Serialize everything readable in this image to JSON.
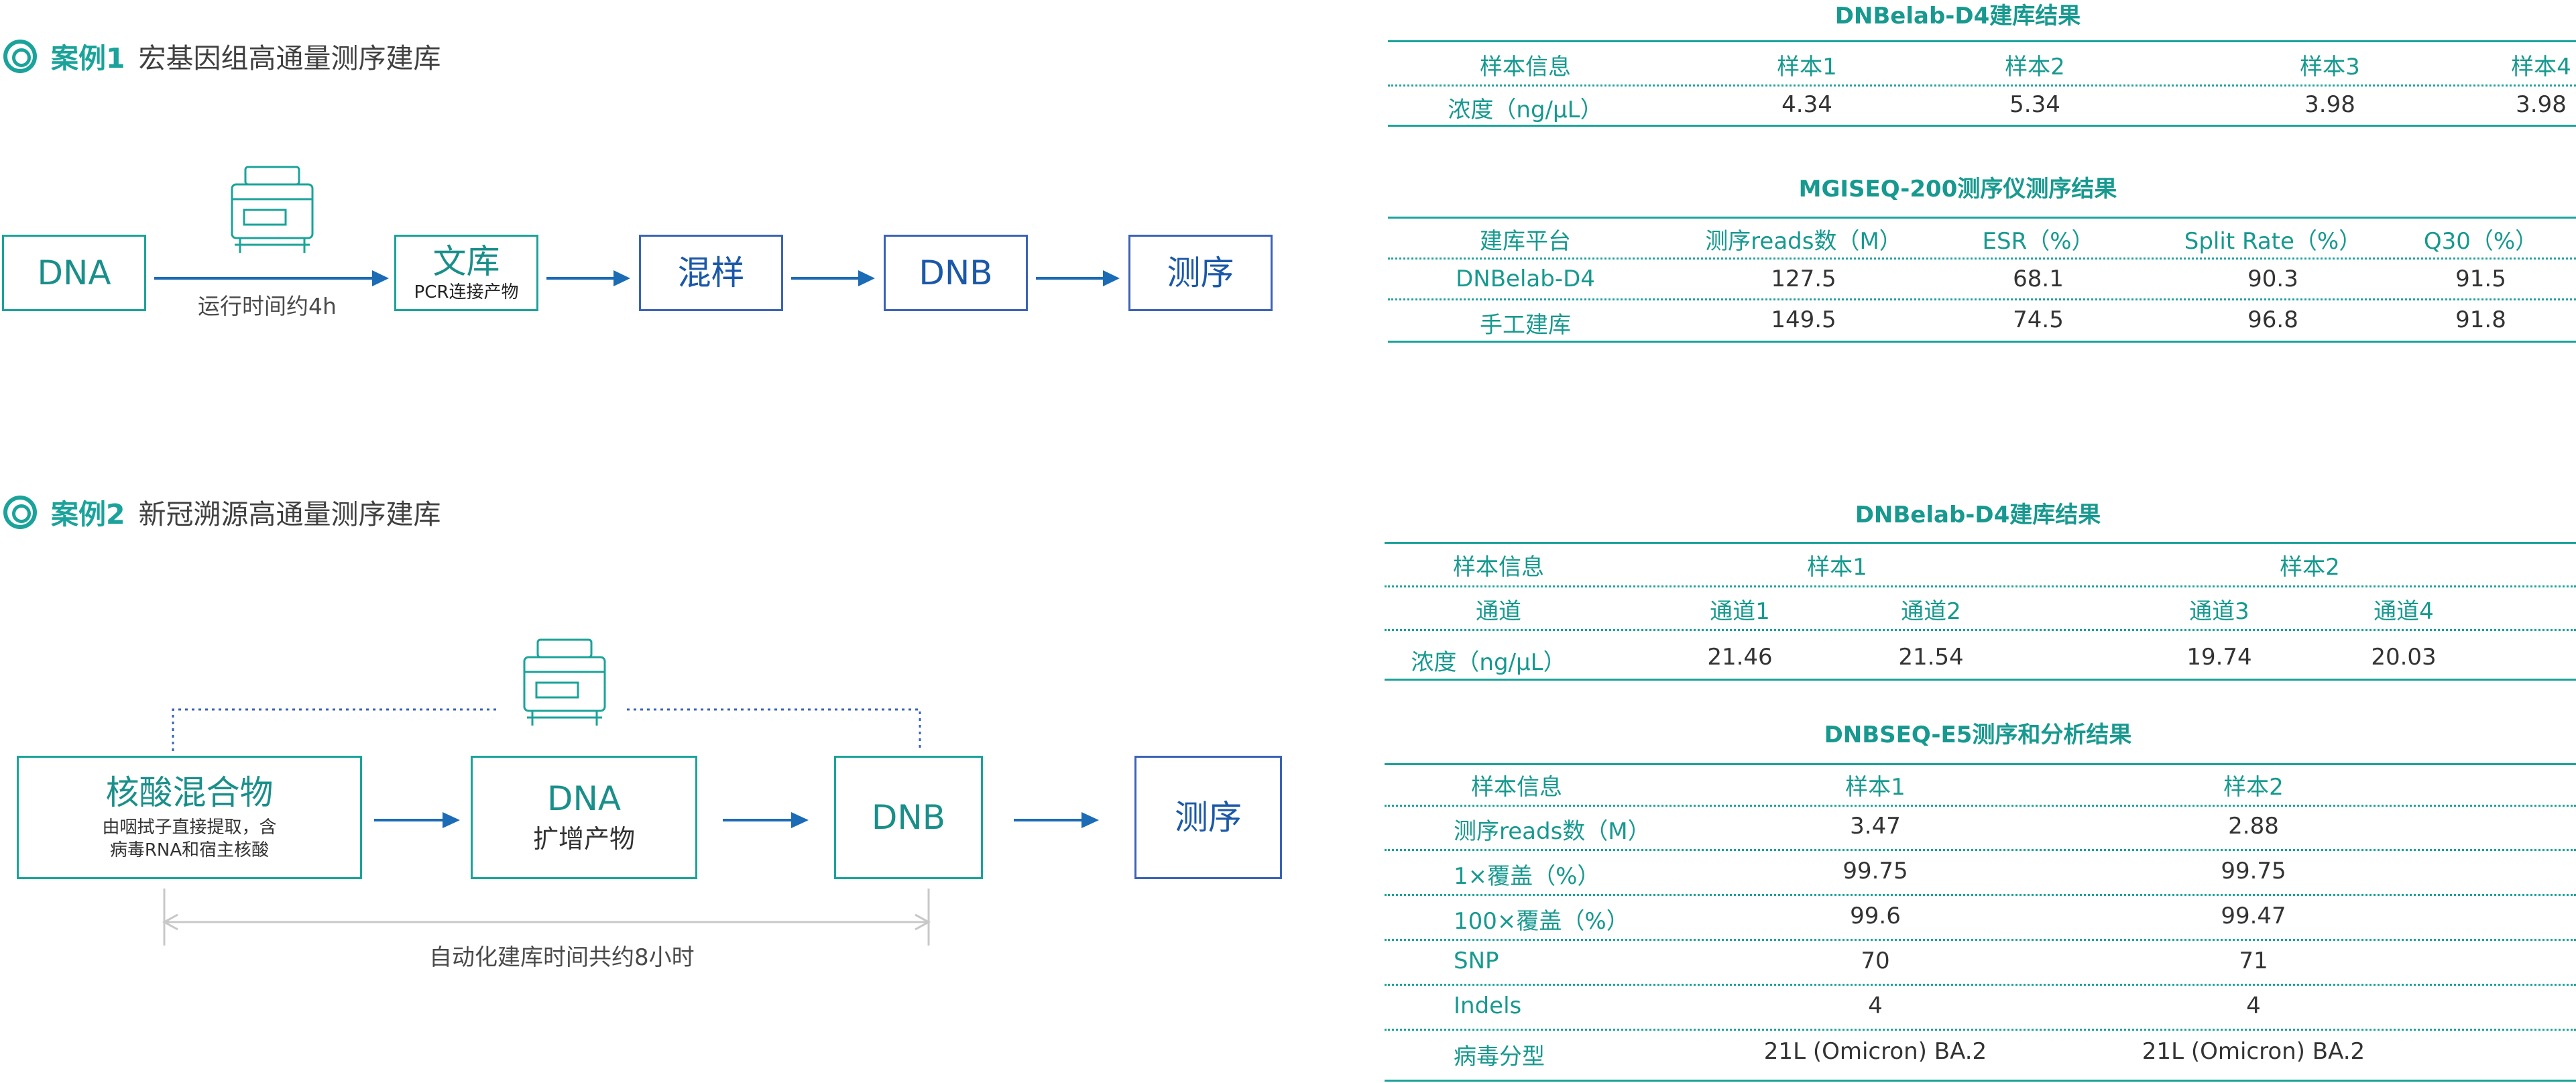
{
  "case1": {
    "label": "案例1",
    "title": "宏基因组高通量测序建库",
    "flow": {
      "dna": "DNA",
      "library": "文库",
      "library_sub": "PCR连接产物",
      "mix": "混样",
      "dnb": "DNB",
      "sequencing": "测序",
      "caption": "运行时间约4h"
    },
    "table1": {
      "title": "DNBelab-D4建库结果",
      "headers": [
        "样本信息",
        "样本1",
        "样本2",
        "样本3",
        "样本4"
      ],
      "row": [
        "浓度（ng/μL）",
        "4.34",
        "5.34",
        "3.98",
        "3.98"
      ]
    },
    "table2": {
      "title": "MGISEQ-200测序仪测序结果",
      "headers": [
        "建库平台",
        "测序reads数（M）",
        "ESR（%）",
        "Split Rate（%）",
        "Q30（%）"
      ],
      "rows": [
        [
          "DNBelab-D4",
          "127.5",
          "68.1",
          "90.3",
          "91.5"
        ],
        [
          "手工建库",
          "149.5",
          "74.5",
          "96.8",
          "91.8"
        ]
      ]
    }
  },
  "case2": {
    "label": "案例2",
    "title": "新冠溯源高通量测序建库",
    "flow": {
      "nucleic": "核酸混合物",
      "nucleic_sub1": "由咽拭子直接提取，含",
      "nucleic_sub2": "病毒RNA和宿主核酸",
      "dna": "DNA",
      "dna_sub": "扩增产物",
      "dnb": "DNB",
      "sequencing": "测序",
      "caption": "自动化建库时间共约8小时"
    },
    "table1": {
      "title": "DNBelab-D4建库结果",
      "row1": [
        "样本信息",
        "样本1",
        "样本2"
      ],
      "row2": [
        "通道",
        "通道1",
        "通道2",
        "通道3",
        "通道4"
      ],
      "row3": [
        "浓度（ng/μL）",
        "21.46",
        "21.54",
        "19.74",
        "20.03"
      ]
    },
    "table2": {
      "title": "DNBSEQ-E5测序和分析结果",
      "headers": [
        "样本信息",
        "样本1",
        "样本2"
      ],
      "rows": [
        [
          "测序reads数（M）",
          "3.47",
          "2.88"
        ],
        [
          "1×覆盖（%）",
          "99.75",
          "99.75"
        ],
        [
          "100×覆盖（%）",
          "99.6",
          "99.47"
        ],
        [
          "SNP",
          "70",
          "71"
        ],
        [
          "Indels",
          "4",
          "4"
        ],
        [
          "病毒分型",
          "21L (Omicron) BA.2",
          "21L (Omicron) BA.2"
        ]
      ]
    }
  },
  "colors": {
    "teal": "#1aa39a",
    "blue": "#1b58a8",
    "text": "#404040"
  },
  "icons": [
    "target-icon",
    "instrument-icon",
    "arrow-right-icon"
  ]
}
